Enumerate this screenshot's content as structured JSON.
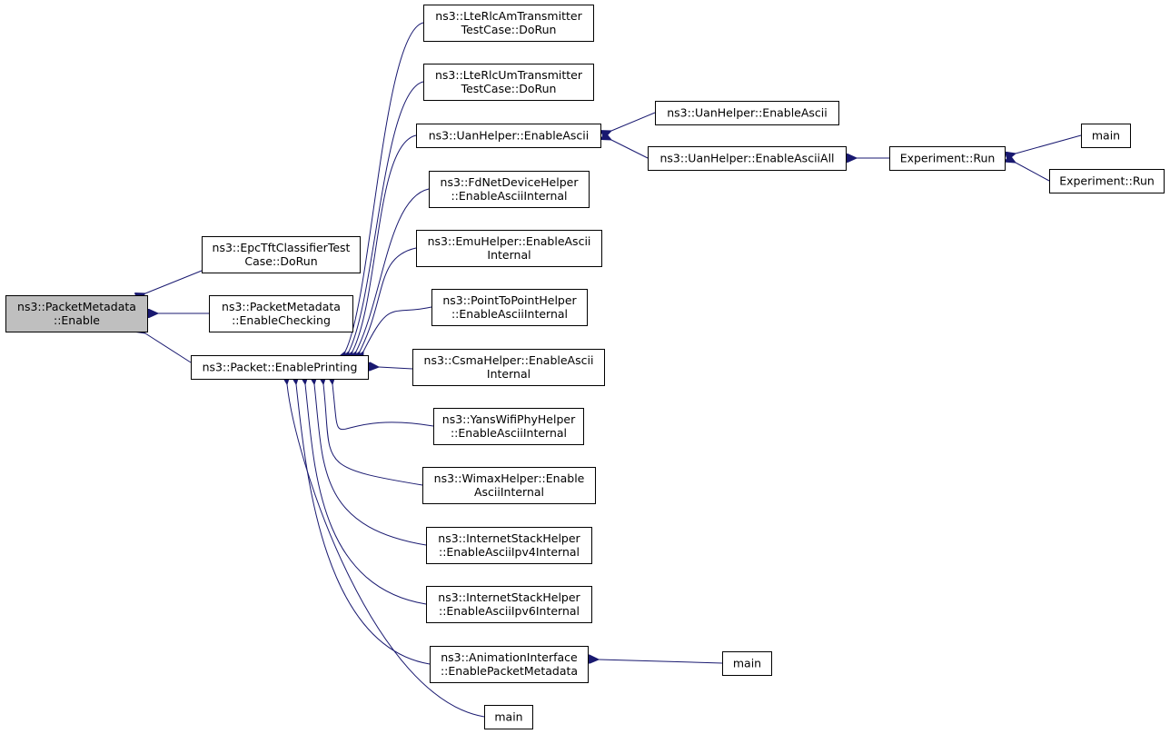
{
  "graph": {
    "type": "call-graph",
    "nodes": [
      {
        "id": "packetmetadata_enable",
        "lines": [
          "ns3::PacketMetadata",
          "::Enable"
        ],
        "focus": true
      },
      {
        "id": "epctft_dorun",
        "lines": [
          "ns3::EpcTftClassifierTest",
          "Case::DoRun"
        ]
      },
      {
        "id": "pm_enablechecking",
        "lines": [
          "ns3::PacketMetadata",
          "::EnableChecking"
        ]
      },
      {
        "id": "packet_enableprinting",
        "lines": [
          "ns3::Packet::EnablePrinting"
        ]
      },
      {
        "id": "lterlcam_dorun",
        "lines": [
          "ns3::LteRlcAmTransmitter",
          "TestCase::DoRun"
        ]
      },
      {
        "id": "lterlcum_dorun",
        "lines": [
          "ns3::LteRlcUmTransmitter",
          "TestCase::DoRun"
        ]
      },
      {
        "id": "uan_enableascii",
        "lines": [
          "ns3::UanHelper::EnableAscii"
        ]
      },
      {
        "id": "fdnet_internal",
        "lines": [
          "ns3::FdNetDeviceHelper",
          "::EnableAsciiInternal"
        ]
      },
      {
        "id": "emu_internal",
        "lines": [
          "ns3::EmuHelper::EnableAscii",
          "Internal"
        ]
      },
      {
        "id": "p2p_internal",
        "lines": [
          "ns3::PointToPointHelper",
          "::EnableAsciiInternal"
        ]
      },
      {
        "id": "csma_internal",
        "lines": [
          "ns3::CsmaHelper::EnableAscii",
          "Internal"
        ]
      },
      {
        "id": "yans_internal",
        "lines": [
          "ns3::YansWifiPhyHelper",
          "::EnableAsciiInternal"
        ]
      },
      {
        "id": "wimax_internal",
        "lines": [
          "ns3::WimaxHelper::Enable",
          "AsciiInternal"
        ]
      },
      {
        "id": "isv4_internal",
        "lines": [
          "ns3::InternetStackHelper",
          "::EnableAsciiIpv4Internal"
        ]
      },
      {
        "id": "isv6_internal",
        "lines": [
          "ns3::InternetStackHelper",
          "::EnableAsciiIpv6Internal"
        ]
      },
      {
        "id": "anim_enablepm",
        "lines": [
          "ns3::AnimationInterface",
          "::EnablePacketMetadata"
        ]
      },
      {
        "id": "main_bottom",
        "lines": [
          "main"
        ]
      },
      {
        "id": "uan_enableascii2",
        "lines": [
          "ns3::UanHelper::EnableAscii"
        ]
      },
      {
        "id": "uan_enableasciiall",
        "lines": [
          "ns3::UanHelper::EnableAsciiAll"
        ]
      },
      {
        "id": "experiment_run",
        "lines": [
          "Experiment::Run"
        ]
      },
      {
        "id": "main_right",
        "lines": [
          "main"
        ]
      },
      {
        "id": "experiment_run2",
        "lines": [
          "Experiment::Run"
        ]
      },
      {
        "id": "main_anim",
        "lines": [
          "main"
        ]
      }
    ],
    "edges": [
      [
        "epctft_dorun",
        "packetmetadata_enable"
      ],
      [
        "pm_enablechecking",
        "packetmetadata_enable"
      ],
      [
        "packet_enableprinting",
        "packetmetadata_enable"
      ],
      [
        "lterlcam_dorun",
        "packet_enableprinting"
      ],
      [
        "lterlcum_dorun",
        "packet_enableprinting"
      ],
      [
        "uan_enableascii",
        "packet_enableprinting"
      ],
      [
        "fdnet_internal",
        "packet_enableprinting"
      ],
      [
        "emu_internal",
        "packet_enableprinting"
      ],
      [
        "p2p_internal",
        "packet_enableprinting"
      ],
      [
        "csma_internal",
        "packet_enableprinting"
      ],
      [
        "yans_internal",
        "packet_enableprinting"
      ],
      [
        "wimax_internal",
        "packet_enableprinting"
      ],
      [
        "isv4_internal",
        "packet_enableprinting"
      ],
      [
        "isv6_internal",
        "packet_enableprinting"
      ],
      [
        "anim_enablepm",
        "packet_enableprinting"
      ],
      [
        "main_bottom",
        "packet_enableprinting"
      ],
      [
        "uan_enableascii2",
        "uan_enableascii"
      ],
      [
        "uan_enableasciiall",
        "uan_enableascii"
      ],
      [
        "experiment_run",
        "uan_enableasciiall"
      ],
      [
        "main_right",
        "experiment_run"
      ],
      [
        "experiment_run2",
        "experiment_run"
      ],
      [
        "main_anim",
        "anim_enablepm"
      ]
    ],
    "colors": {
      "edge": "#191970",
      "focus_fill": "#bfbfbf",
      "node_fill": "#ffffff",
      "border": "#000000"
    }
  }
}
